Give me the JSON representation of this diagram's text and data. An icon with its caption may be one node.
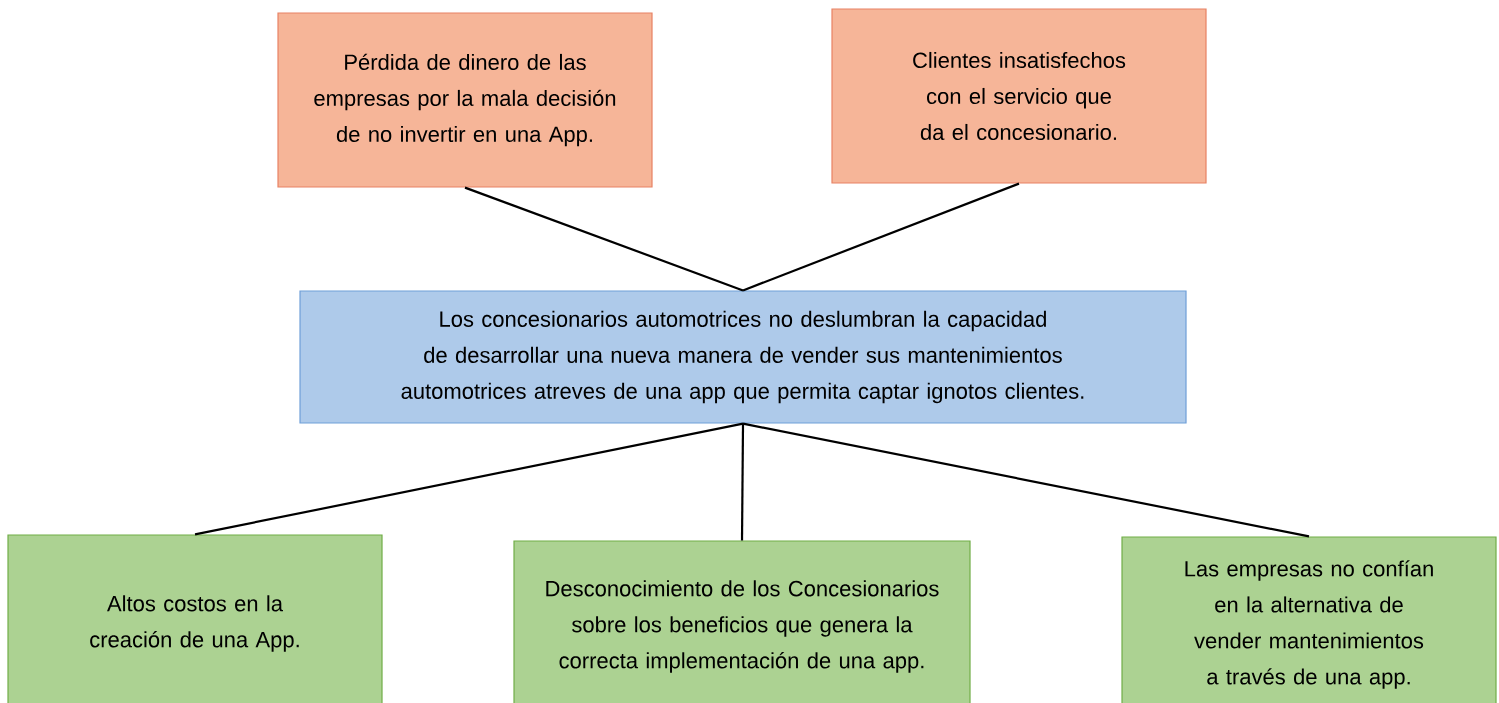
{
  "diagram": {
    "nodes": [
      {
        "text": [
          "Pérdida de dinero de las empresas por la mala decisión de no invertir en una App."
        ]
      },
      {
        "text": [
          "Clientes insatisfechos con el servicio que da el concesionario."
        ]
      },
      {
        "text": [
          "Los concesionarios automotrices no deslumbran la capacidad de desarrollar una nueva manera de vender sus mantenimientos automotrices atreves de una app que permita captar ignotos clientes."
        ]
      },
      {
        "text": [
          "Altos costos en la creación de una App."
        ]
      },
      {
        "text": [
          "Desconocimiento de los Concesionarios sobre los beneficios que genera la correcta implementación de una app."
        ]
      },
      {
        "text": [
          "Las empresas no confían en la alternativa de vender mantenimientos a través de una app."
        ]
      }
    ],
    "edges": [
      {
        "from": 2,
        "to": 0,
        "arrow": "none"
      },
      {
        "from": 2,
        "to": 1,
        "arrow": "none"
      },
      {
        "from": 2,
        "to": 3,
        "arrow": "none"
      },
      {
        "from": 2,
        "to": 4,
        "arrow": "none"
      },
      {
        "from": 2,
        "to": 5,
        "arrow": "none"
      }
    ]
  }
}
